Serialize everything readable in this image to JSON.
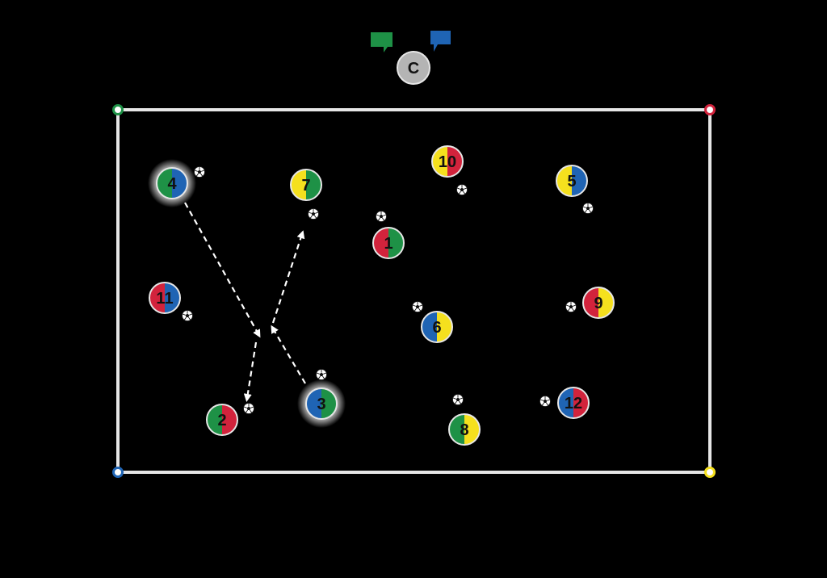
{
  "colors": {
    "background": "#000000",
    "pitch_line": "#e6e6e6",
    "green": "#1e9146",
    "blue": "#1f64b4",
    "red": "#d2233c",
    "yellow": "#f5e01e",
    "coach": "#b4b4b4"
  },
  "pitch": {
    "corner_markers": [
      {
        "corner": "top-left",
        "color": "green"
      },
      {
        "corner": "top-right",
        "color": "red"
      },
      {
        "corner": "bottom-left",
        "color": "blue"
      },
      {
        "corner": "bottom-right",
        "color": "yellow"
      }
    ]
  },
  "coach": {
    "label": "C",
    "speech_bubbles": [
      "green",
      "blue"
    ]
  },
  "players": [
    {
      "number": "1",
      "colors": [
        "red",
        "green"
      ],
      "highlight": false
    },
    {
      "number": "2",
      "colors": [
        "green",
        "red"
      ],
      "highlight": false
    },
    {
      "number": "3",
      "colors": [
        "blue",
        "green"
      ],
      "highlight": true
    },
    {
      "number": "4",
      "colors": [
        "green",
        "blue"
      ],
      "highlight": true
    },
    {
      "number": "5",
      "colors": [
        "yellow",
        "blue"
      ],
      "highlight": false
    },
    {
      "number": "6",
      "colors": [
        "blue",
        "yellow"
      ],
      "highlight": false
    },
    {
      "number": "7",
      "colors": [
        "yellow",
        "green"
      ],
      "highlight": false
    },
    {
      "number": "8",
      "colors": [
        "green",
        "yellow"
      ],
      "highlight": false
    },
    {
      "number": "9",
      "colors": [
        "red",
        "yellow"
      ],
      "highlight": false
    },
    {
      "number": "10",
      "colors": [
        "yellow",
        "red"
      ],
      "highlight": false
    },
    {
      "number": "11",
      "colors": [
        "red",
        "blue"
      ],
      "highlight": false
    },
    {
      "number": "12",
      "colors": [
        "blue",
        "red"
      ],
      "highlight": false
    }
  ],
  "ball_icon": "soccer-ball-icon",
  "movement_lines": [
    "dashed-arrow"
  ]
}
